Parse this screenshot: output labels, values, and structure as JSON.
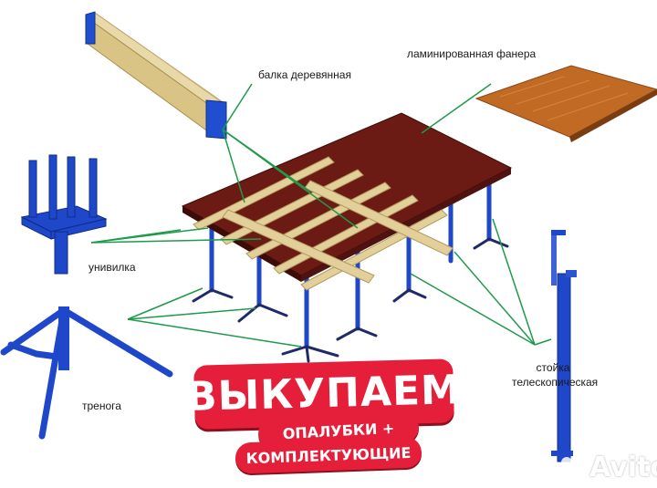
{
  "labels": {
    "beam": "балка деревянная",
    "plywood": "ламинированная фанера",
    "fork": "унивилка",
    "tripod": "тренога",
    "prop": "стойка телескопическая"
  },
  "promo": {
    "title": "ВЫКУПАЕМ",
    "line1": "ОПАЛУБКИ +",
    "line2": "КОМПЛЕКТУЮЩИЕ"
  },
  "watermark": {
    "text": "Avito"
  },
  "colors": {
    "deck": "#6b1a14",
    "plywood": "#b8641f",
    "timber": "#e2cf9a",
    "steel": "#1f3fb5",
    "leader": "#1e9a4a",
    "promo": "#e51f3a"
  }
}
